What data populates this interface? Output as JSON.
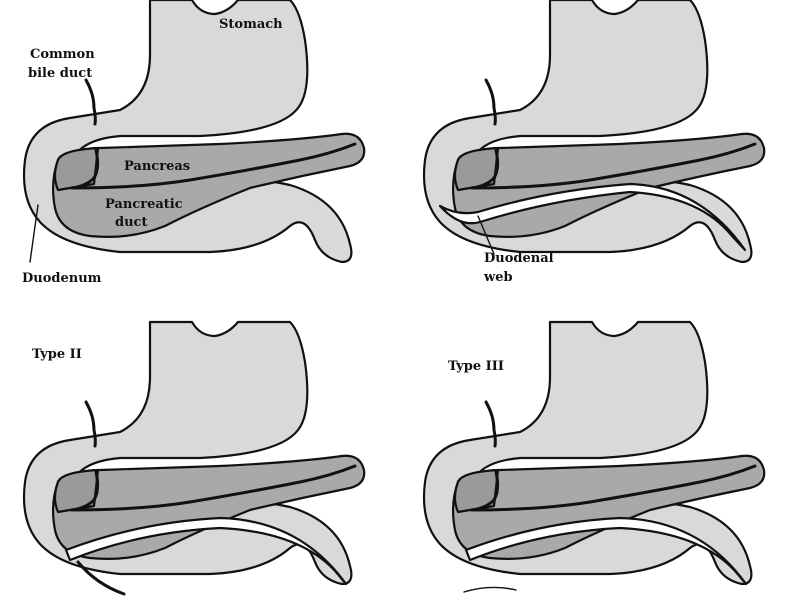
{
  "colors": {
    "background": "#ffffff",
    "stomach": "#d9d9d9",
    "duodenum": "#d9d9d9",
    "pancreas": "#a9a9a9",
    "pancreas_head": "#9a9a9a",
    "outline": "#111111"
  },
  "panels": [
    {
      "labels": {
        "stomach": "Stomach",
        "common_bile_duct_line1": "Common",
        "common_bile_duct_line2": "bile duct",
        "pancreas": "Pancreas",
        "pancreatic_duct_line1": "Pancreatic",
        "pancreatic_duct_line2": "duct",
        "duodenum": "Duodenum"
      }
    },
    {
      "labels": {
        "duodenal_web_line1": "Duodenal",
        "duodenal_web_line2": "web"
      }
    },
    {
      "labels": {
        "type": "Type II"
      }
    },
    {
      "labels": {
        "type": "Type III"
      }
    }
  ]
}
